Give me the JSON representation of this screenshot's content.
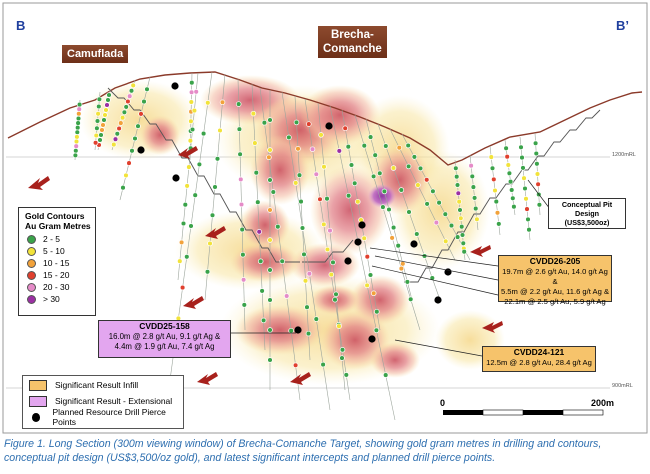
{
  "section": {
    "left_label": "B",
    "right_label": "B’",
    "rl_1200": "1200mRL",
    "rl_900": "900mRL"
  },
  "titles": {
    "camuflada": "Camuflada",
    "brecha_line1": "Brecha-",
    "brecha_line2": "Comanche"
  },
  "legend": {
    "title_line1": "Gold Contours",
    "title_line2": "Au Gram Metres",
    "items": [
      {
        "label": "2 - 5",
        "color": "#3aa34a"
      },
      {
        "label": "5 - 10",
        "color": "#f2e33a"
      },
      {
        "label": "10 - 15",
        "color": "#f2a23a"
      },
      {
        "label": "15 - 20",
        "color": "#e0402e"
      },
      {
        "label": "20 - 30",
        "color": "#e58bc8"
      },
      {
        "label": "> 30",
        "color": "#9b2fa3"
      }
    ]
  },
  "pit_label": {
    "line1": "Conceptual Pit Design",
    "line2": "(US$3,500oz)"
  },
  "callouts": {
    "cvdd26_205": {
      "hole": "CVDD26-205",
      "lines": [
        "19.7m @ 2.6 g/t Au, 14.0 g/t Ag &",
        "5.5m @ 2.2 g/t Au, 11.6 g/t Ag &",
        "22.1m @ 2.5 g/t Au, 5.9 g/t Ag"
      ],
      "color": "#f6c36b"
    },
    "cvdd25_158": {
      "hole": "CVDD25-158",
      "lines": [
        "16.0m @ 2.8 g/t Au, 9.1 g/t Ag &",
        "4.4m @ 1.9 g/t Au, 7.4 g/t Ag"
      ],
      "color": "#e3a6ef"
    },
    "cvdd24_121": {
      "hole": "CVDD24-121",
      "lines": [
        "12.5m @ 2.8 g/t Au, 28.4 g/t Ag"
      ],
      "color": "#f6c36b"
    }
  },
  "key": {
    "items": [
      {
        "label": "Significant Result Infill",
        "color": "#f6c36b"
      },
      {
        "label": "Significant Result - Extensional",
        "color": "#e3a6ef"
      },
      {
        "label": "Planned Resource Drill Pierce Points",
        "color": "#000000"
      }
    ]
  },
  "scale": {
    "start": "0",
    "end": "200m"
  },
  "caption": "Figure 1. Long Section (300m viewing window) of Brecha-Comanche Target, showing gold gram metres in drilling and contours, conceptual pit design (US$3,500/oz gold), and latest significant intercepts and planned drill pierce points."
}
